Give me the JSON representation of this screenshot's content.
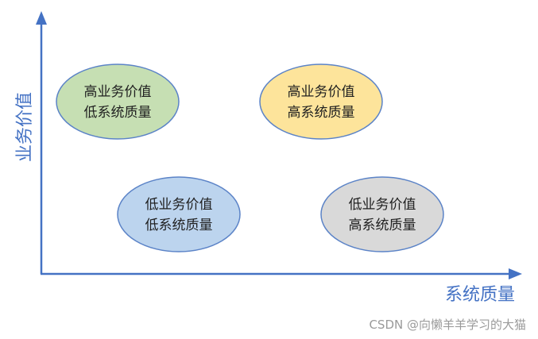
{
  "axes": {
    "y_label": "业务价值",
    "x_label": "系统质量"
  },
  "quadrants": [
    {
      "line1": "高业务价值",
      "line2": "低系统质量",
      "fill": "#c6dfb3",
      "stroke": "#5b83c7"
    },
    {
      "line1": "高业务价值",
      "line2": "高系统质量",
      "fill": "#fde49b",
      "stroke": "#5b83c7"
    },
    {
      "line1": "低业务价值",
      "line2": "低系统质量",
      "fill": "#bcd4ee",
      "stroke": "#5b83c7"
    },
    {
      "line1": "低业务价值",
      "line2": "高系统质量",
      "fill": "#d9d9d9",
      "stroke": "#5b83c7"
    }
  ],
  "colors": {
    "axis": "#4472c4"
  },
  "watermark": "CSDN @向懒羊羊学习的大猫"
}
